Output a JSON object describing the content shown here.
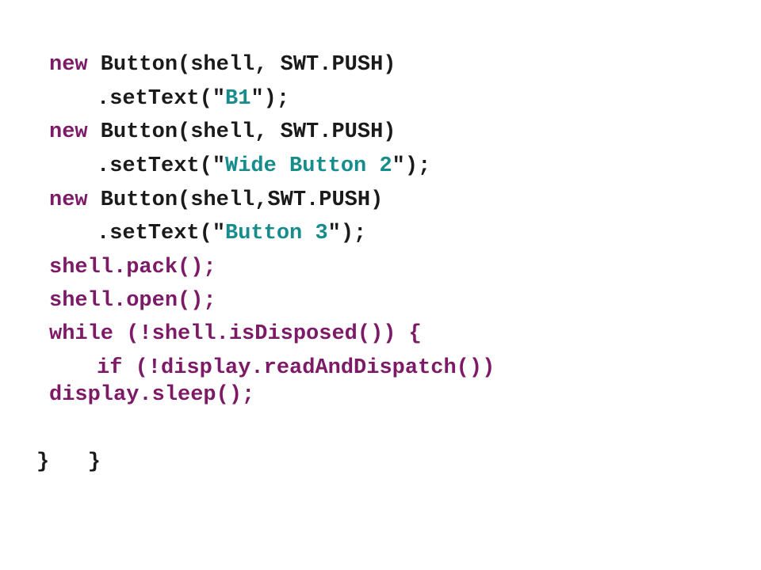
{
  "code": {
    "lines": [
      {
        "kw": "new",
        "rest": " Button(shell, SWT.PUSH)"
      },
      {
        "pre": ".setText(\"",
        "str": "B1",
        "post": "\");"
      },
      {
        "kw": "new",
        "rest": " Button(shell, SWT.PUSH)"
      },
      {
        "pre": ".setText(\"",
        "str": "Wide Button 2",
        "post": "\");"
      },
      {
        "kw": "new",
        "rest": " Button(shell,SWT.PUSH)"
      },
      {
        "pre": ".setText(\"",
        "str": "Button 3",
        "post": "\");"
      },
      {
        "text": "shell.pack();"
      },
      {
        "text": "shell.open();"
      },
      {
        "kw": "while",
        "rest": " (!shell.isDisposed()) {"
      },
      {
        "kw": "if",
        "rest": " (!display.readAndDispatch())"
      },
      {
        "text": "display.sleep();"
      },
      {
        "text": "}   }"
      }
    ]
  },
  "colors": {
    "keyword": "#7d1a67",
    "string": "#168c8c",
    "plain": "#1a1a1a"
  }
}
